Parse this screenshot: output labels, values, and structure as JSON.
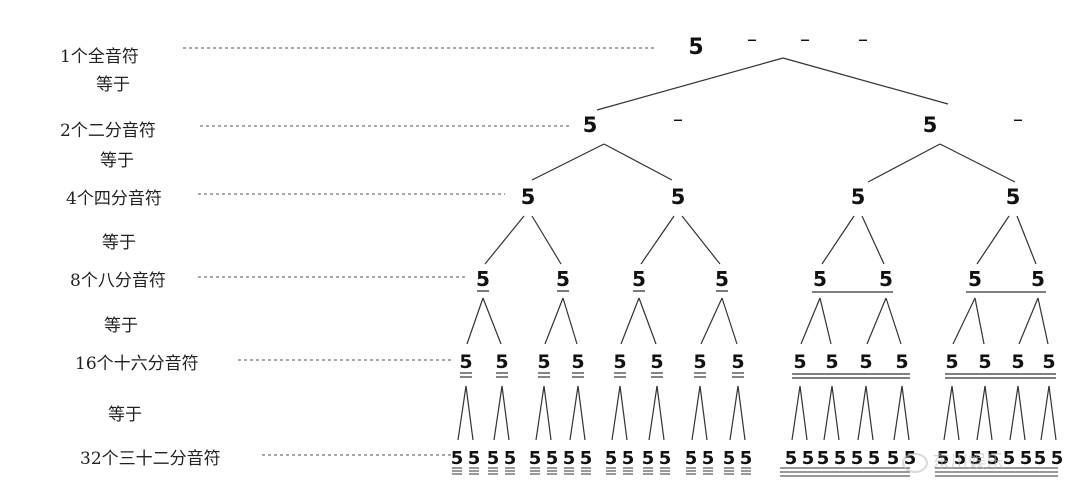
{
  "rows": [
    {
      "label": "1个全音符"
    },
    {
      "label": "2个二分音符"
    },
    {
      "label": "4个四分音符"
    },
    {
      "label": "8个八分音符"
    },
    {
      "label": "16个十六分音符"
    },
    {
      "label": "32个三十二分音符"
    }
  ],
  "equals_text": "等于",
  "note_text": "5",
  "dash_text": "–",
  "watermark": "东川娱乐"
}
